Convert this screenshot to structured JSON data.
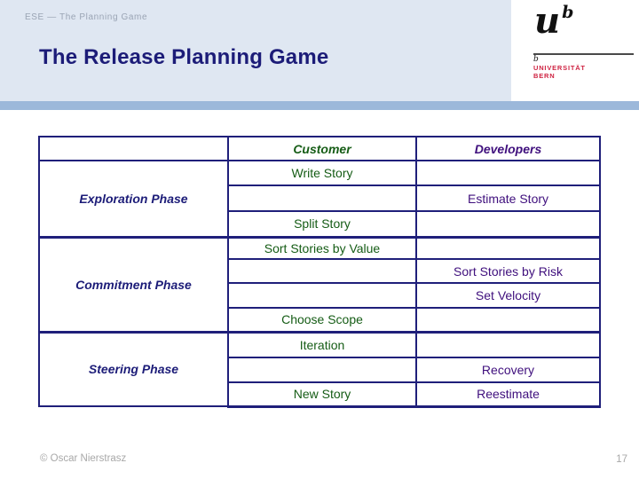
{
  "header": {
    "breadcrumb": "ESE — The Planning Game",
    "title": "The Release Planning Game"
  },
  "logo": {
    "mark": "u",
    "mark_superscript": "b",
    "small_mark": "b",
    "university": "UNIVERSITÄT",
    "city": "BERN"
  },
  "table": {
    "headers": {
      "customer": "Customer",
      "developers": "Developers"
    },
    "phases": [
      {
        "label": "Exploration Phase",
        "rows": [
          {
            "customer": "Write Story",
            "developers": ""
          },
          {
            "customer": "",
            "developers": "Estimate Story"
          },
          {
            "customer": "Split Story",
            "developers": ""
          }
        ]
      },
      {
        "label": "Commitment Phase",
        "rows": [
          {
            "customer": "Sort Stories by Value",
            "developers": ""
          },
          {
            "customer": "",
            "developers": "Sort Stories by Risk"
          },
          {
            "customer": "",
            "developers": "Set Velocity"
          },
          {
            "customer": "Choose Scope",
            "developers": ""
          }
        ]
      },
      {
        "label": "Steering Phase",
        "rows": [
          {
            "customer": "Iteration",
            "developers": ""
          },
          {
            "customer": "",
            "developers": "Recovery"
          },
          {
            "customer": "New Story",
            "developers": "Reestimate"
          }
        ]
      }
    ]
  },
  "footer": {
    "copyright": "© Oscar Nierstrasz",
    "page_number": "17"
  },
  "colors": {
    "slide_header_bg": "#dfe7f2",
    "divider_bar": "#9cb8da",
    "navy": "#1c1c78",
    "table_border": "#1f1f7a",
    "customer_green": "#155c15",
    "developer_purple": "#3f0f7d",
    "logo_red": "#cf2342",
    "muted_gray": "#a8a8a8"
  }
}
